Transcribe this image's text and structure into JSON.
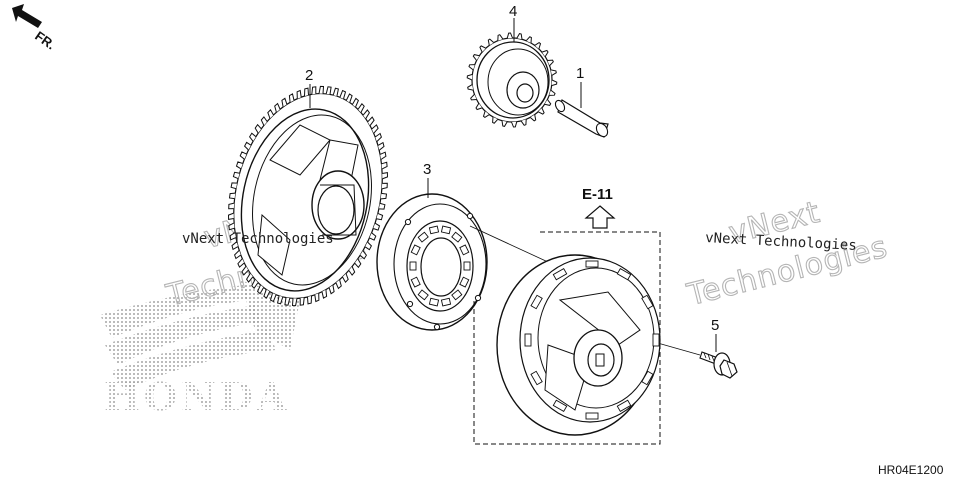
{
  "orientation": {
    "label": "FR."
  },
  "callouts": [
    "1",
    "2",
    "3",
    "4",
    "5"
  ],
  "section_ref": "E-11",
  "diagram_code": "HR04E1200",
  "watermarks": {
    "small_text": "vNext Technologies",
    "outline_line1": "vNext",
    "outline_line2": "Technologies",
    "brand": "HONDA"
  }
}
